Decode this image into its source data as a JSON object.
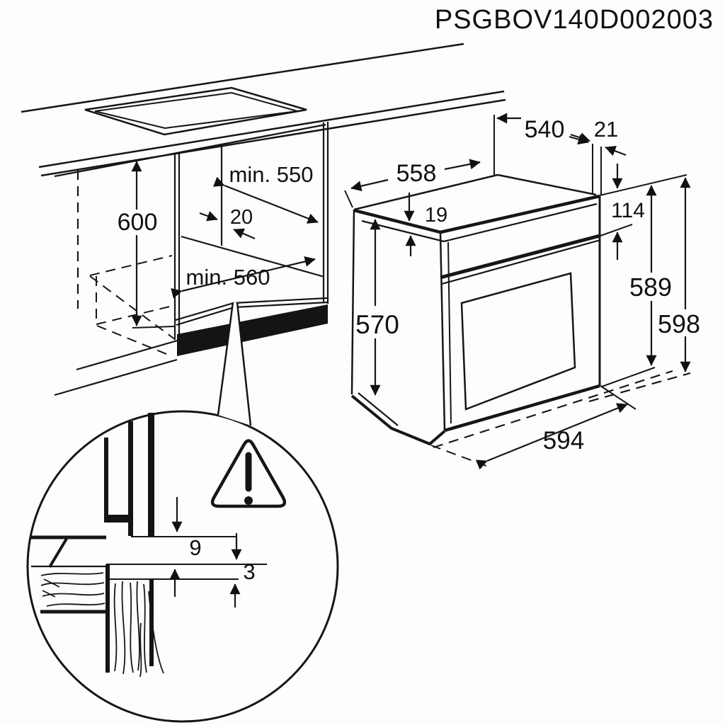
{
  "title": "PSGBOV140D002003",
  "warning_icon": "exclamation-triangle-icon",
  "labels": {
    "niche_height": "600",
    "niche_depth_min": "min. 550",
    "top_gap": "20",
    "niche_width_min": "min. 560",
    "oven_top_width": "558",
    "oven_top_depth": "540",
    "rear_offset": "21",
    "worktop_rim": "19",
    "control_panel_height": "114",
    "oven_side_height": "570",
    "oven_front_height": "589",
    "oven_total_height": "598",
    "oven_front_width": "594",
    "detail_gap_top": "9",
    "detail_gap_bottom": "3"
  }
}
